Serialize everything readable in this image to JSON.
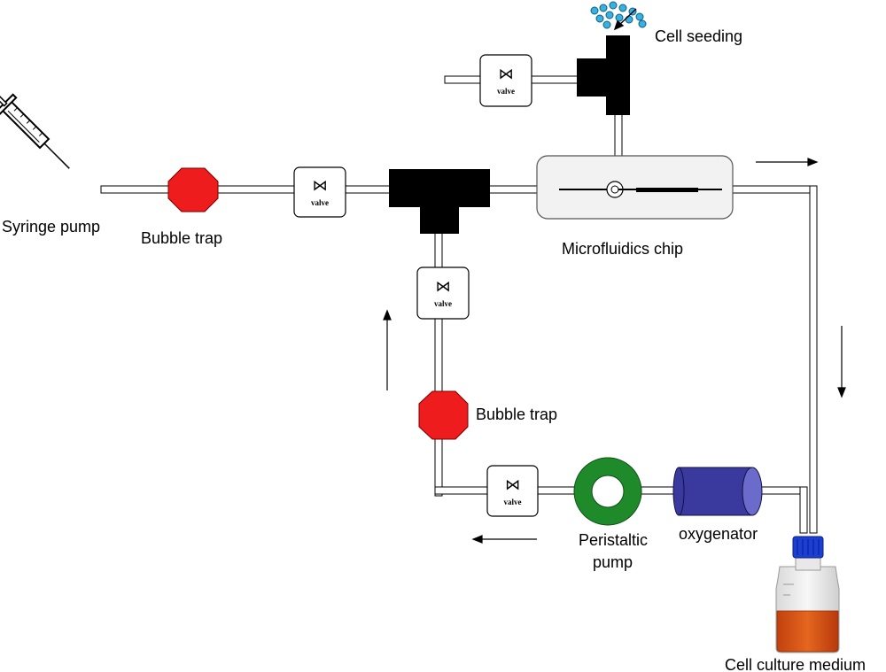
{
  "labels": {
    "syringe_pump": "Syringe pump",
    "bubble_trap_1": "Bubble trap",
    "bubble_trap_2": "Bubble trap",
    "microfluidics_chip": "Microfluidics chip",
    "cell_seeding": "Cell seeding",
    "peristaltic_line1": "Peristaltic",
    "peristaltic_line2": "pump",
    "oxygenator": "oxygenator",
    "cell_culture_medium": "Cell culture medium"
  },
  "valve_label": "valve",
  "colors": {
    "bubble_trap": "#ee1c1c",
    "peristaltic_pump": "#1f8a2a",
    "oxygenator": "#3a3a9e",
    "oxygenator_end": "#6b6bcc",
    "connector": "#000000",
    "cells": "#3ab0e0",
    "bottle_cap": "#1a3fd6",
    "medium": "#d4551a"
  }
}
